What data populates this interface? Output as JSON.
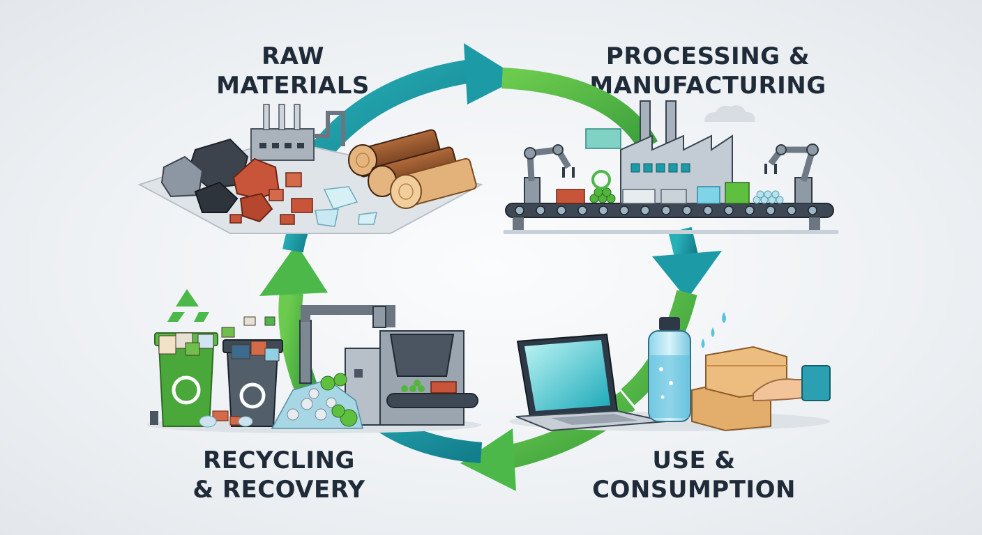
{
  "stages": [
    {
      "id": "raw-materials",
      "line1": "RAW",
      "line2": "MATERIALS"
    },
    {
      "id": "processing",
      "line1": "PROCESSING &",
      "line2": "MANUFACTURING"
    },
    {
      "id": "use",
      "line1": "USE &",
      "line2": "CONSUMPTION"
    },
    {
      "id": "recycling",
      "line1": "RECYCLING",
      "line2": "& RECOVERY"
    }
  ],
  "colors": {
    "teal": "#1c9aa6",
    "green": "#4cb84a",
    "dark_text": "#1f2b38",
    "steel": "#8e9aa6"
  }
}
